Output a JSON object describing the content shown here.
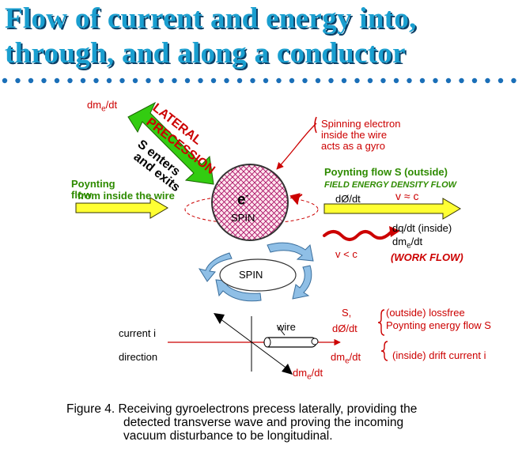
{
  "title": {
    "line1": "Flow of current and energy into,",
    "line2": "through, and along a conductor"
  },
  "labels": {
    "dme_dt_top": "dme/dt",
    "lateral": "LATERAL",
    "precession": "PRECESSION",
    "s_enters": "S enters",
    "and_exits": "and exits",
    "spinning_electron": [
      "Spinning electron",
      "inside the wire",
      "acts as a gyro"
    ],
    "poynting_left_1": "Poynting",
    "poynting_left_2": "flow",
    "from_inside": "from inside the wire",
    "electron": "e-",
    "spin_upper": "SPIN",
    "spin_lower": "SPIN",
    "poynting_flow_s": "Poynting flow S (outside)",
    "field_energy": "FIELD ENERGY DENSITY FLOW",
    "dphi_dt": "dØ/dt",
    "v_approx_c": "v ≈ c",
    "dq_dt_inside": "dq/dt (inside)",
    "dme_dt_right": "dme/dt",
    "v_less_c": "v < c",
    "work_flow": "(WORK FLOW)",
    "s_comma": "S,",
    "dphi_dt_lower": "dØ/dt",
    "outside_lossfree": "(outside) lossfree",
    "poynting_energy_flow_s": "Poynting energy flow S",
    "current_i": "current i",
    "direction": "direction",
    "wire": "wire",
    "dme_dt_lower": "dme/dt",
    "drift_current": "(inside) drift current i",
    "dme_dt_bottom": "dme/dt"
  },
  "caption": {
    "line1": "Figure 4.  Receiving gyroelectrons precess laterally, providing the",
    "line2": "detected transverse wave and proving the incoming",
    "line3": "vacuum disturbance to be longitudinal."
  },
  "colors": {
    "title_fill": "#1a9fd0",
    "title_shadow": "#0b3f66",
    "dots": "#1a6fb8",
    "yellow_arrow": "#ffff33",
    "green_arrow": "#33cc11",
    "red_text": "#cc0000",
    "green_text": "#2e8b00",
    "electron_hatch": "#aa1166",
    "spin_arrows": "#8fbfe6"
  }
}
